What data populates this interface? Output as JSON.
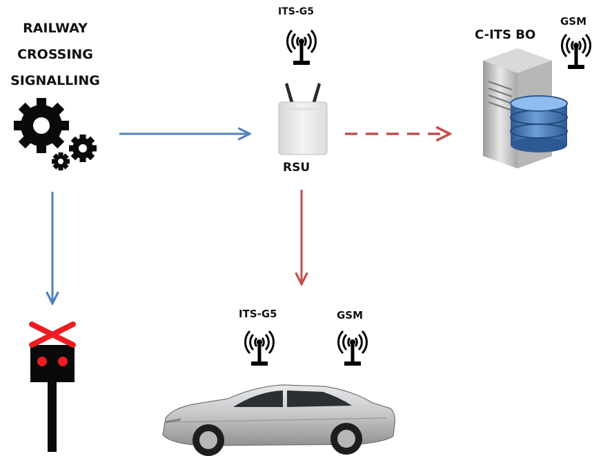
{
  "labels": {
    "railway_line1": "RAILWAY",
    "railway_line2": "CROSSING",
    "railway_line3": "SIGNALLING",
    "its_g5_top": "ITS-G5",
    "rsu": "RSU",
    "cits_bo": "C-ITS BO",
    "gsm_top": "GSM",
    "its_g5_car": "ITS-G5",
    "gsm_car": "GSM"
  },
  "colors": {
    "blue_arrow": "#4f81bd",
    "red_arrow": "#c0504d",
    "icon_black": "#0a0a0a",
    "signal_red": "#ee1c24",
    "car_silver": "#c9cbcc",
    "database_blue": "#3f6fae"
  },
  "icons": [
    "gears-icon",
    "antenna-icon",
    "rsu-device-icon",
    "server-database-icon",
    "railway-signal-icon",
    "car-icon"
  ]
}
